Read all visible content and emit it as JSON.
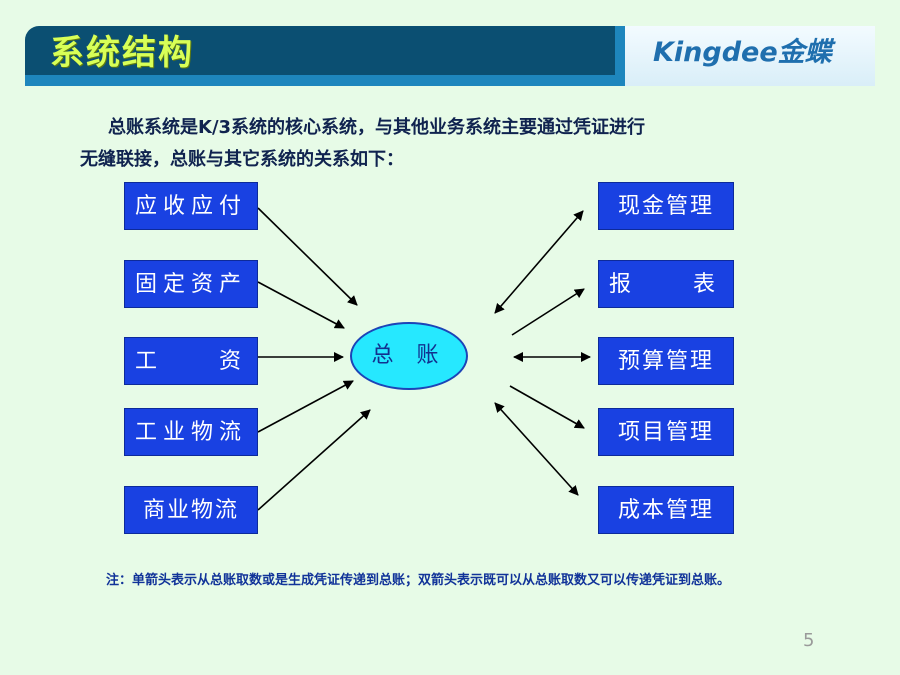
{
  "header": {
    "title": "系统结构",
    "brand": "Kingdee金蝶"
  },
  "intro": {
    "line1": "总账系统是K/3系统的核心系统，与其他业务系统主要通过凭证进行",
    "line2": "无缝联接，总账与其它系统的关系如下："
  },
  "diagram": {
    "center": "总 账",
    "left_nodes": [
      "应收应付",
      "固定资产",
      "工　　资",
      "工业物流",
      "商业物流"
    ],
    "right_nodes": [
      "现金管理",
      "报　　表",
      "预算管理",
      "项目管理",
      "成本管理"
    ],
    "left_arrow_type": "single",
    "right_arrow_types": [
      "double",
      "single",
      "double",
      "single",
      "double"
    ],
    "colors": {
      "box_fill": "#1941e2",
      "hub_fill": "#26e8ff",
      "arrow": "#000000"
    }
  },
  "note": {
    "text": "注：单箭头表示从总账取数或是生成凭证传递到总账；双箭头表示既可以从总账取数又可以传递凭证到总账。"
  },
  "page_number": "5"
}
